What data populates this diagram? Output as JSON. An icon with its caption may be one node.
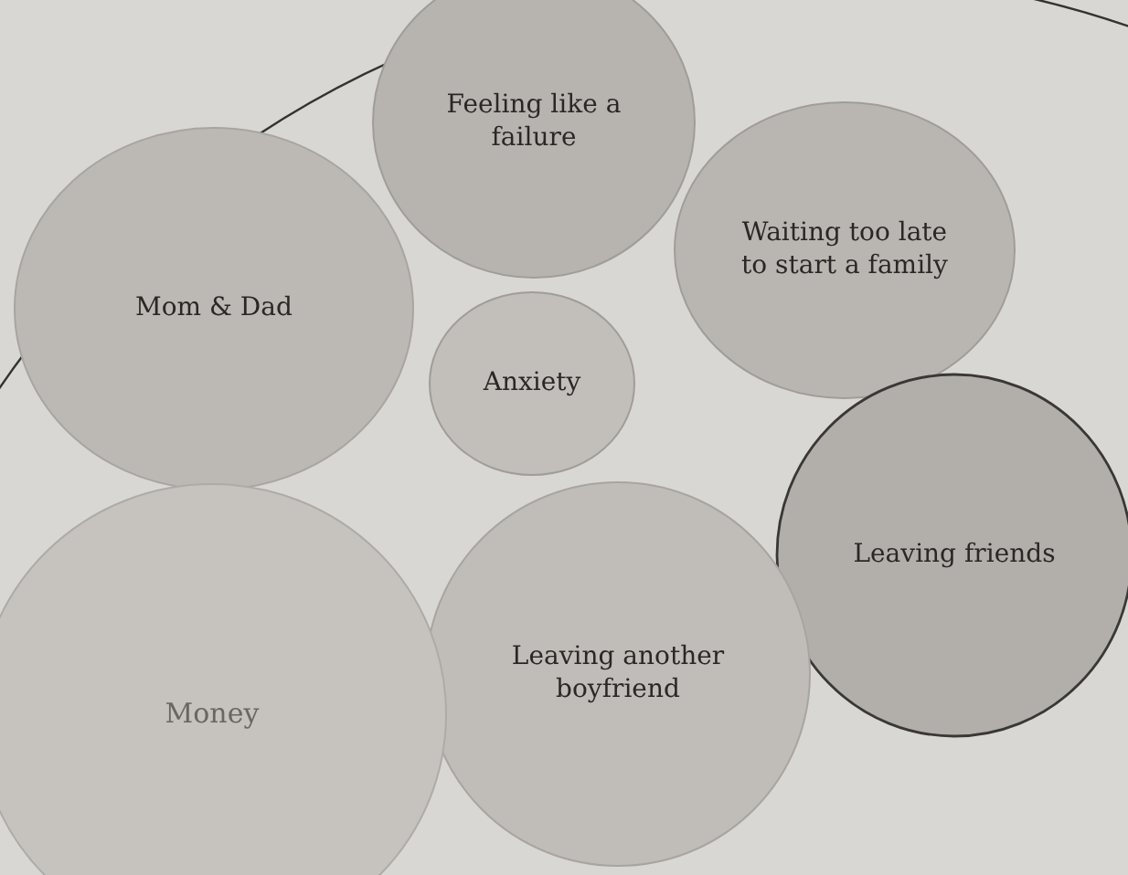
{
  "diagram": {
    "nodes": [
      {
        "text": [],
        "shape": "circle"
      },
      {
        "text": [
          "Feeling like a failure"
        ],
        "in": 0
      },
      {
        "text": [
          "Mom & Dad"
        ],
        "in": 0
      },
      {
        "text": [
          "Waiting too late to start a family"
        ],
        "in": 0
      },
      {
        "text": [
          "Anxiety"
        ],
        "in": 0
      },
      {
        "text": [
          "Leaving friends"
        ],
        "in": 0
      },
      {
        "text": [
          "Leaving another boyfriend"
        ],
        "in": 0
      },
      {
        "text": [
          "Money"
        ],
        "in": 0
      }
    ]
  }
}
